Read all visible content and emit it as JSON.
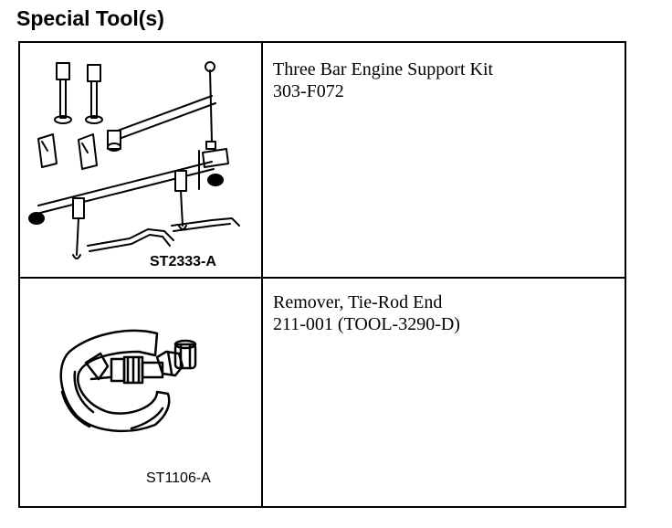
{
  "heading": "Special Tool(s)",
  "tools": [
    {
      "image_code": "ST2333-A",
      "name": "Three Bar Engine Support Kit",
      "number": "303-F072",
      "illustration": "engine-support-kit-drawing"
    },
    {
      "image_code": "ST1106-A",
      "name": "Remover, Tie-Rod End",
      "number": "211-001 (TOOL-3290-D)",
      "illustration": "tie-rod-end-remover-drawing"
    }
  ]
}
